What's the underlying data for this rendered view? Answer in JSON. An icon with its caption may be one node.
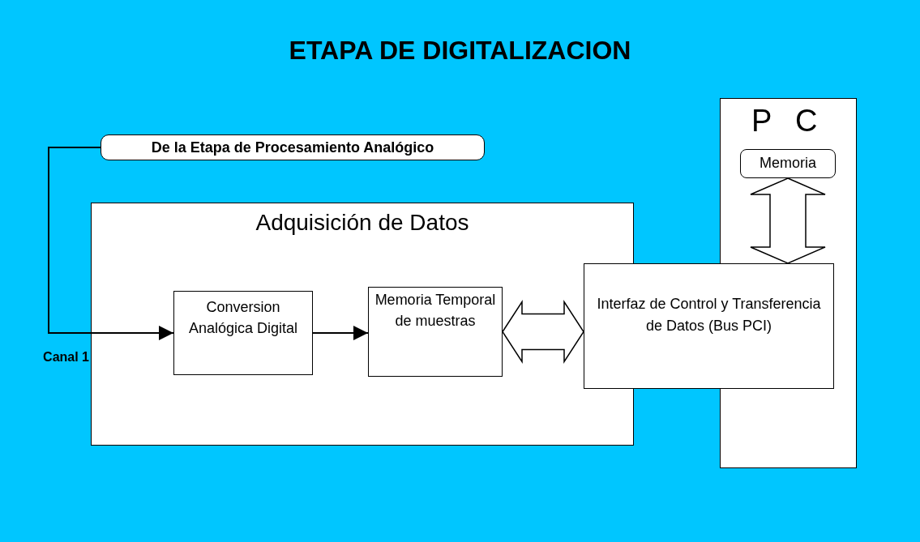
{
  "diagram": {
    "title": "ETAPA DE DIGITALIZACION",
    "nodes": [
      {
        "text": [
          "De la Etapa de Procesamiento Analógico"
        ]
      },
      {
        "text": [
          "Adquisición de Datos"
        ]
      },
      {
        "text": [
          "Conversion Analógica Digital"
        ],
        "in": 1
      },
      {
        "text": [
          "Memoria Temporal de muestras"
        ],
        "in": 1
      },
      {
        "text": [
          "P C"
        ]
      },
      {
        "text": [
          "Memoria"
        ],
        "in": 4
      },
      {
        "text": [
          "Interfaz de Control y Transferencia de Datos (Bus PCI)"
        ]
      }
    ],
    "edges": [
      {
        "from": 0,
        "to": 2,
        "arrow": "to"
      },
      {
        "from": 2,
        "to": 3,
        "arrow": "to"
      },
      {
        "from": 3,
        "to": 6,
        "arrow": "both",
        "style": "thick"
      },
      {
        "from": 5,
        "to": 6,
        "arrow": "both",
        "style": "thick"
      }
    ],
    "labels": [
      "Canal 1"
    ]
  }
}
